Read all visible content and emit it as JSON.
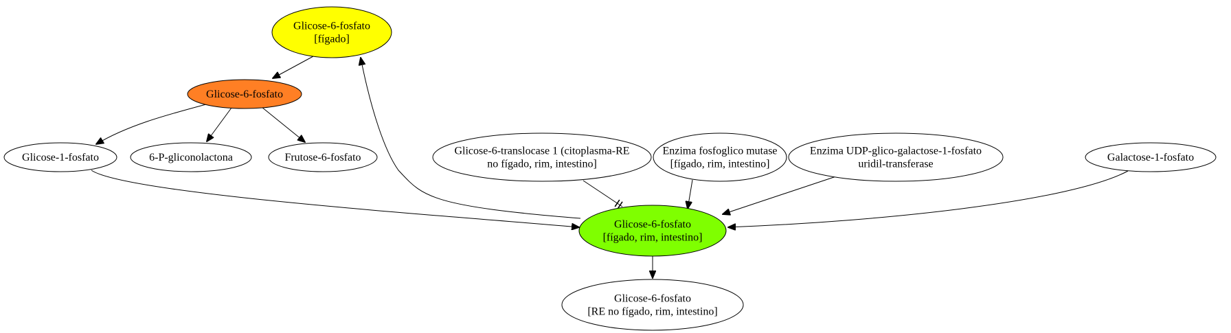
{
  "diagram": {
    "nodes": [
      {
        "id": "g6p_figado",
        "lines": [
          "Glicose-6-fosfato",
          "[fígado]"
        ],
        "fill": "#ffff00"
      },
      {
        "id": "g6p_orange",
        "lines": [
          "Glicose-6-fosfato"
        ],
        "fill": "#ff7f24"
      },
      {
        "id": "g1p",
        "lines": [
          "Glicose-1-fosfato"
        ],
        "fill": "#ffffff"
      },
      {
        "id": "gliconolactona",
        "lines": [
          "6-P-gliconolactona"
        ],
        "fill": "#ffffff"
      },
      {
        "id": "f6p",
        "lines": [
          "Frutose-6-fosfato"
        ],
        "fill": "#ffffff"
      },
      {
        "id": "translocase",
        "lines": [
          "Glicose-6-translocase 1 (citoplasma-RE",
          "no fígado, rim, intestino]"
        ],
        "fill": "#ffffff"
      },
      {
        "id": "mutase",
        "lines": [
          "Enzima fosfoglico mutase",
          "[fígado, rim, intestino]"
        ],
        "fill": "#ffffff"
      },
      {
        "id": "udp",
        "lines": [
          "Enzima UDP-glico-galactose-1-fosfato",
          "uridil-transferase"
        ],
        "fill": "#ffffff"
      },
      {
        "id": "gal1p",
        "lines": [
          "Galactose-1-fosfato"
        ],
        "fill": "#ffffff"
      },
      {
        "id": "g6p_green",
        "lines": [
          "Glicose-6-fosfato",
          "[fígado, rim, intestino]"
        ],
        "fill": "#7fff00"
      },
      {
        "id": "g6p_re",
        "lines": [
          "Glicose-6-fosfato",
          "[RE no fígado, rim, intestino]"
        ],
        "fill": "#ffffff"
      }
    ],
    "edges": [
      {
        "from": "g6p_figado",
        "to": "g6p_orange",
        "head": "arrow"
      },
      {
        "from": "g6p_orange",
        "to": "g1p",
        "head": "arrow"
      },
      {
        "from": "g6p_orange",
        "to": "gliconolactona",
        "head": "arrow"
      },
      {
        "from": "g6p_orange",
        "to": "f6p",
        "head": "arrow"
      },
      {
        "from": "g1p",
        "to": "g6p_green",
        "head": "arrow"
      },
      {
        "from": "translocase",
        "to": "g6p_green",
        "head": "tee"
      },
      {
        "from": "mutase",
        "to": "g6p_green",
        "head": "arrow"
      },
      {
        "from": "udp",
        "to": "g6p_green",
        "head": "arrow"
      },
      {
        "from": "gal1p",
        "to": "g6p_green",
        "head": "arrow"
      },
      {
        "from": "g6p_green",
        "to": "g6p_figado",
        "head": "arrow"
      },
      {
        "from": "g6p_green",
        "to": "g6p_re",
        "head": "arrow"
      }
    ]
  }
}
